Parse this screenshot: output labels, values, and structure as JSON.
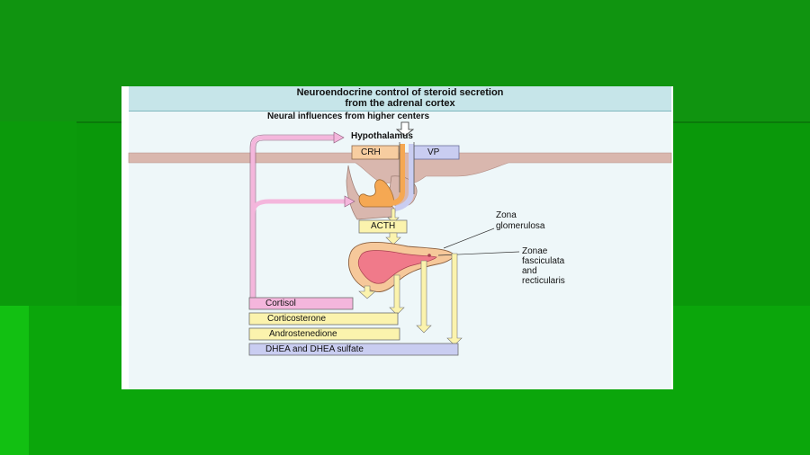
{
  "slide": {
    "background": "#0b9a0b",
    "figure": {
      "title_line1": "Neuroendocrine control of steroid secretion",
      "title_line2": "from the adrenal cortex",
      "neural_label": "Neural influences from higher centers",
      "hypothalamus_label": "Hypothalamus",
      "crh_label": "CRH",
      "vp_label": "VP",
      "acth_label": "ACTH",
      "zona_label_1": "Zona",
      "zona_label_2": "glomerulosa",
      "zonae_label_1": "Zonae",
      "zonae_label_2": "fasciculata",
      "zonae_label_3": "and",
      "zonae_label_4": "recticularis",
      "outputs": {
        "cortisol": "Cortisol",
        "corticosterone": "Corticosterone",
        "androstenedione": "Androstenedione",
        "dhea": "DHEA and DHEA sulfate"
      },
      "colors": {
        "feedback_pink": "#f4b6dc",
        "crh_orange": "#f7cda0",
        "vp_blue": "#c9cdf1",
        "yellow_box": "#fbf3ad",
        "adrenal_outer": "#f6c89a",
        "adrenal_inner": "#f07a8a",
        "brain_tissue": "#d9b7ae",
        "pituitary_orange": "#f5a853"
      }
    }
  }
}
